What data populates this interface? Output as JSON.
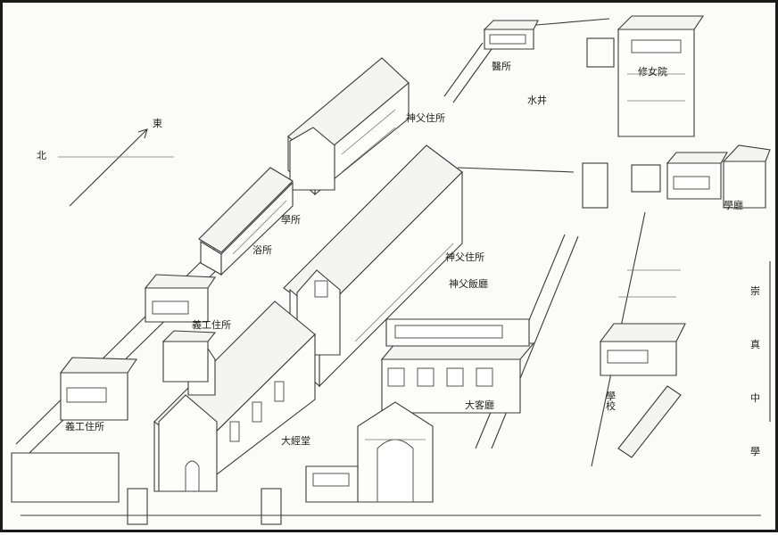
{
  "compass": {
    "north": "北",
    "east": "東"
  },
  "labels": {
    "rc_1": "醫所",
    "nuns": "修女院",
    "well": "水井",
    "priest_residence_1": "神父住所",
    "school_1": "學所",
    "bath": "浴所",
    "priest_residence_2": "神父住所",
    "priest_hall": "神父飯廳",
    "worker_residence_1": "義工住所",
    "worker_residence_2": "義工住所",
    "guest_hall": "大客廳",
    "main_hall": "大經堂",
    "study_hall": "學廳",
    "street": "學校",
    "side_text": [
      "崇",
      "真",
      "中",
      "學"
    ]
  }
}
